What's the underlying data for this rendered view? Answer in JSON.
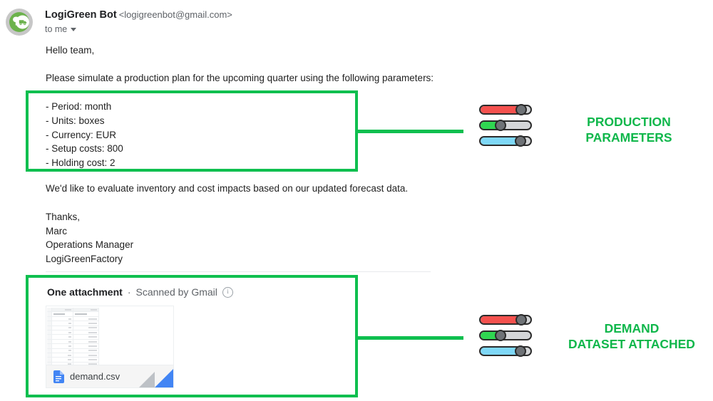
{
  "email": {
    "sender_name": "LogiGreen Bot",
    "sender_email": "<logigreenbot@gmail.com>",
    "recipients": "to me",
    "greeting": "Hello team,",
    "intro": "Please simulate a production plan for the upcoming quarter using the following parameters:",
    "parameters": [
      "- Period: month",
      "- Units: boxes",
      "- Currency: EUR",
      "- Setup costs: 800",
      "- Holding cost: 2"
    ],
    "closing": "We'd like to evaluate inventory and cost impacts based on our updated forecast data.",
    "signature": [
      "Thanks,",
      "Marc",
      "Operations Manager",
      "LogiGreenFactory"
    ]
  },
  "attachment": {
    "count_label": "One attachment",
    "separator": "·",
    "scanned_label": "Scanned by Gmail",
    "info_glyph": "i",
    "file_name": "demand.csv"
  },
  "annotations": [
    {
      "label_line1": "PRODUCTION",
      "label_line2": "PARAMETERS",
      "sliders": [
        {
          "color": "#f4514e",
          "value": 80
        },
        {
          "color": "#2fd651",
          "value": 40
        },
        {
          "color": "#7fd8f7",
          "value": 78
        }
      ]
    },
    {
      "label_line1": "DEMAND",
      "label_line2": "DATASET ATTACHED",
      "sliders": [
        {
          "color": "#f4514e",
          "value": 80
        },
        {
          "color": "#2fd651",
          "value": 40
        },
        {
          "color": "#7fd8f7",
          "value": 78
        }
      ]
    }
  ],
  "colors": {
    "highlight_green": "#0fbf4f",
    "label_green": "#0fb74b",
    "file_blue": "#4285f4"
  }
}
